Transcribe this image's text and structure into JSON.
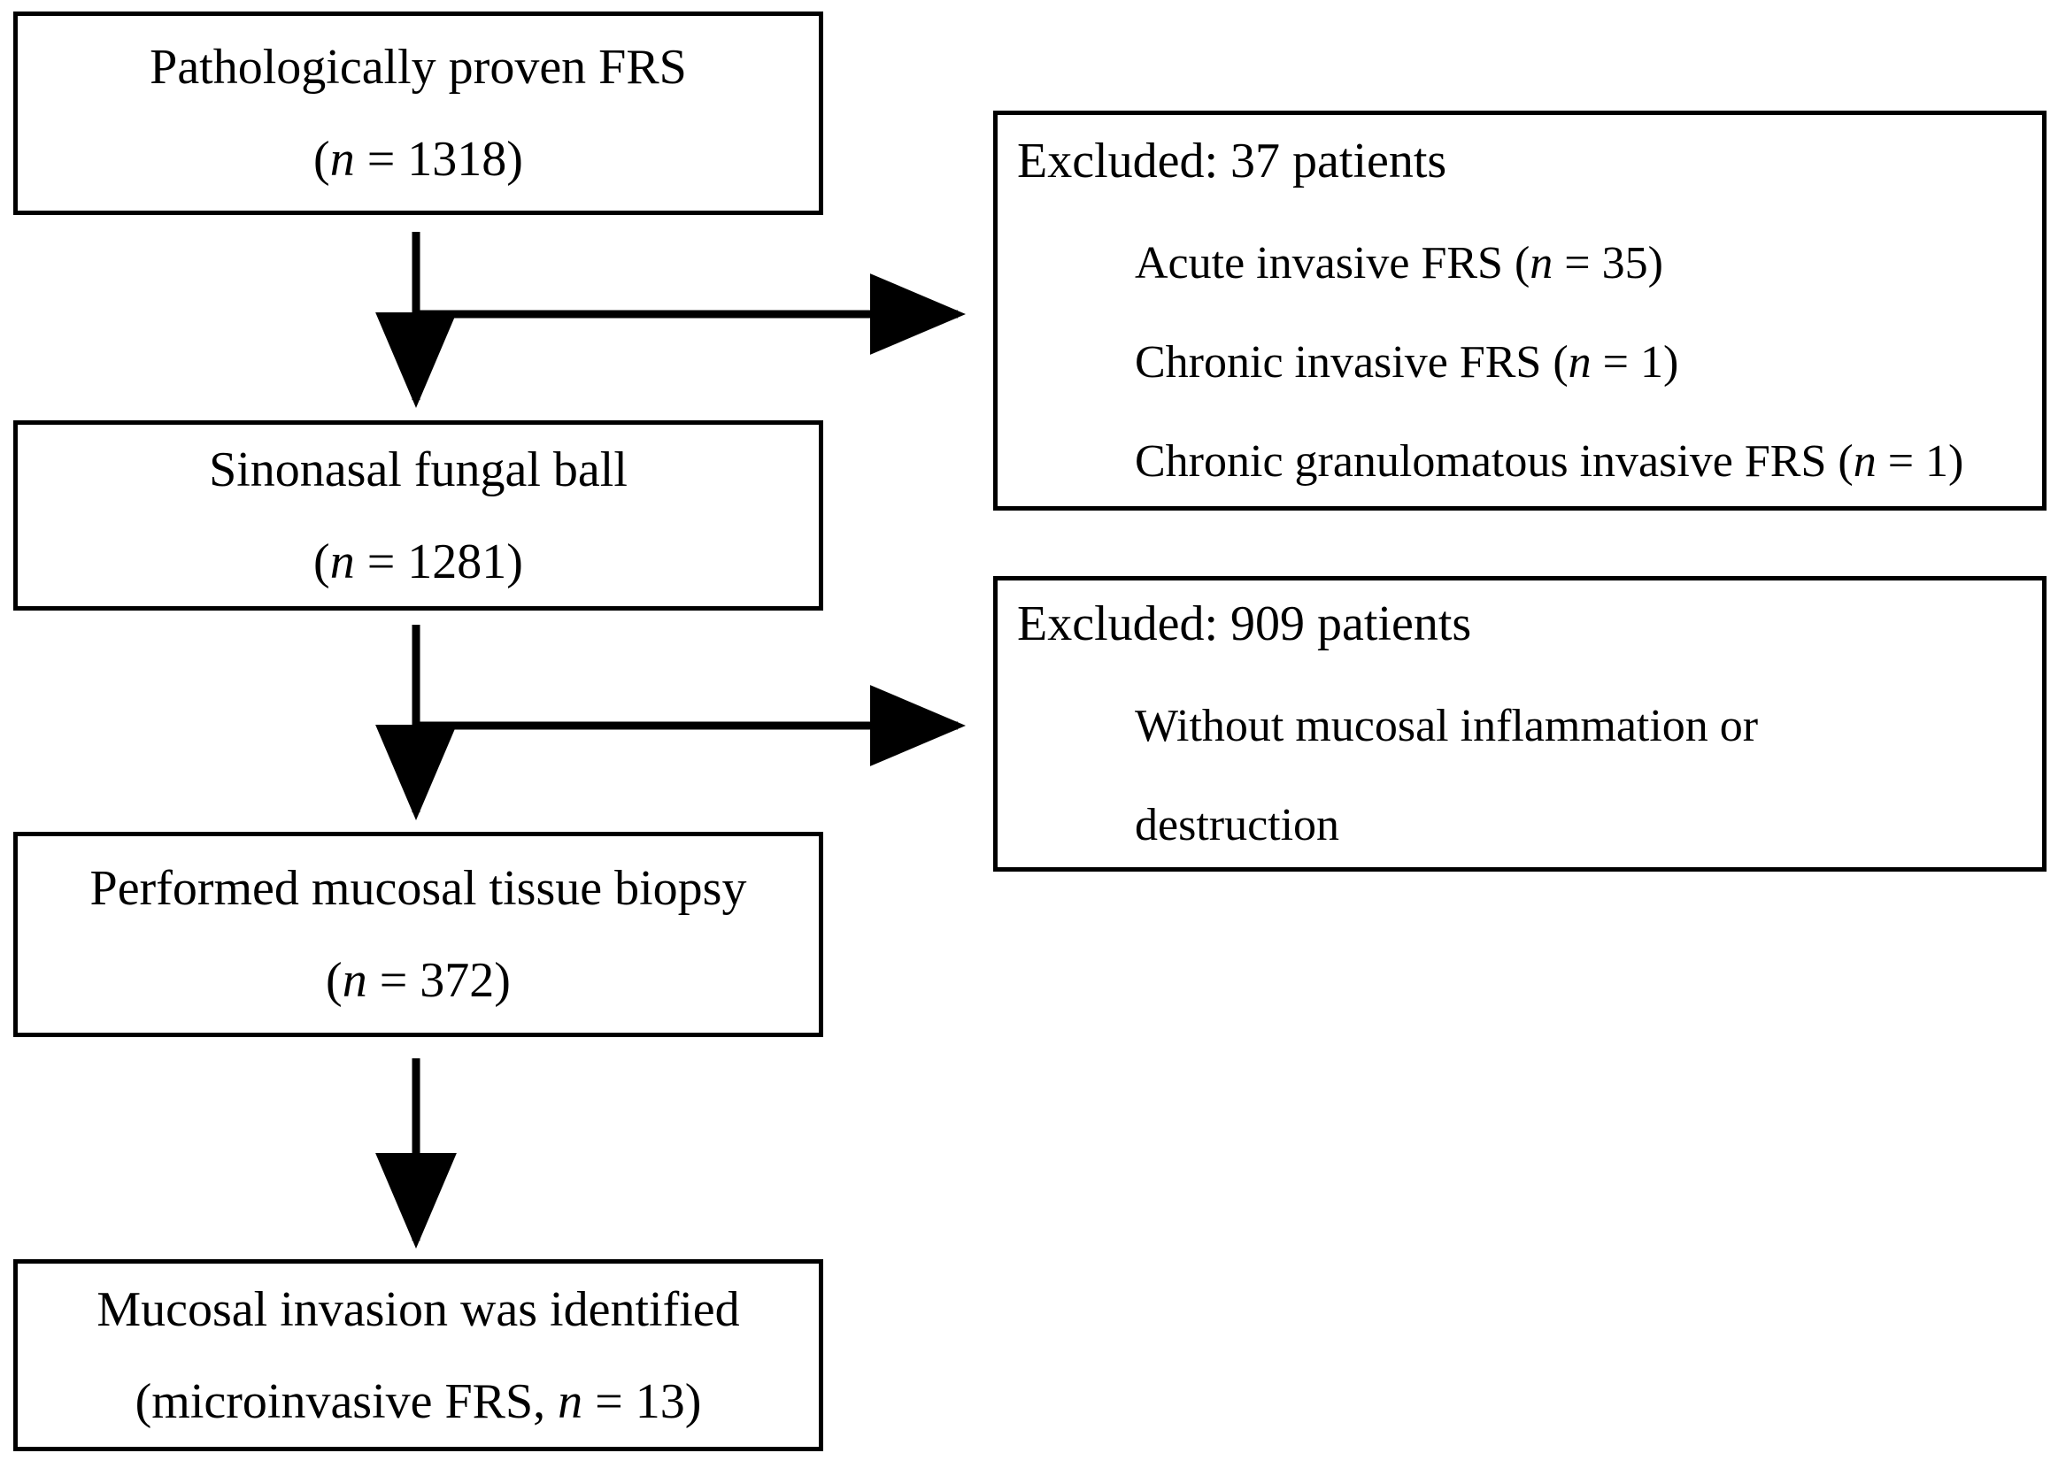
{
  "figure": {
    "type": "flowchart",
    "orientation": "vertical-with-right-exclusions",
    "stroke_color": "#000000",
    "background_color": "#ffffff"
  },
  "nodes": [
    {
      "id": "pathologically-proven-frs",
      "line1": "Pathologically proven FRS",
      "line2_prefix": "(",
      "line2_italic": "n",
      "line2_suffix": " = 1318)"
    },
    {
      "id": "sinonasal-fungal-ball",
      "line1": "Sinonasal fungal ball",
      "line2_prefix": "(",
      "line2_italic": "n",
      "line2_suffix": " = 1281)"
    },
    {
      "id": "performed-mucosal-tissue-biopsy",
      "line1": "Performed mucosal tissue biopsy",
      "line2_prefix": "(",
      "line2_italic": "n",
      "line2_suffix": " = 372)"
    },
    {
      "id": "mucosal-invasion-identified",
      "line1": "Mucosal invasion was identified",
      "line2_prefix": "(microinvasive FRS, ",
      "line2_italic": "n",
      "line2_suffix": " = 13)"
    }
  ],
  "exclusions": [
    {
      "id": "excluded-37",
      "heading": "Excluded: 37 patients",
      "items": [
        {
          "prefix": "Acute invasive FRS (",
          "italic": "n",
          "suffix": " = 35)"
        },
        {
          "prefix": "Chronic invasive FRS (",
          "italic": "n",
          "suffix": " = 1)"
        },
        {
          "prefix": "Chronic  granulomatous invasive FRS (",
          "italic": "n",
          "suffix": " = 1)"
        }
      ]
    },
    {
      "id": "excluded-909",
      "heading": "Excluded: 909 patients",
      "items": [
        {
          "prefix": "Without mucosal inflammation or",
          "italic": "",
          "suffix": ""
        },
        {
          "prefix": "destruction",
          "italic": "",
          "suffix": ""
        }
      ]
    }
  ],
  "counts": {
    "pathologically_proven_frs": 1318,
    "sinonasal_fungal_ball": 1281,
    "performed_mucosal_tissue_biopsy": 372,
    "microinvasive_frs": 13,
    "excluded_first": 37,
    "excluded_second": 909,
    "acute_invasive_frs": 35,
    "chronic_invasive_frs": 1,
    "chronic_granulomatous_invasive_frs": 1
  }
}
